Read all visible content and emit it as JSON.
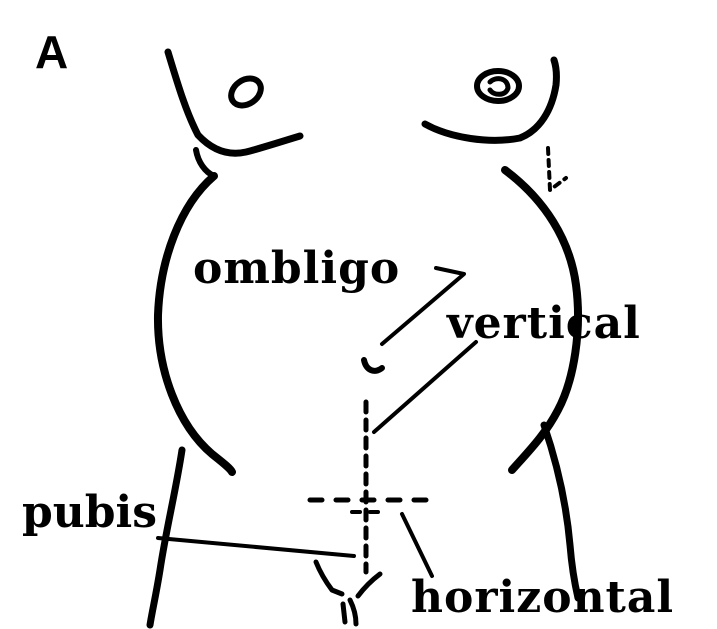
{
  "figure": {
    "panel_label": "A",
    "labels": {
      "ombligo": "ombligo",
      "vertical": "vertical",
      "pubis": "pubis",
      "horizontal": "horizontal"
    }
  },
  "colors": {
    "ink": "#000000",
    "background": "#ffffff"
  }
}
